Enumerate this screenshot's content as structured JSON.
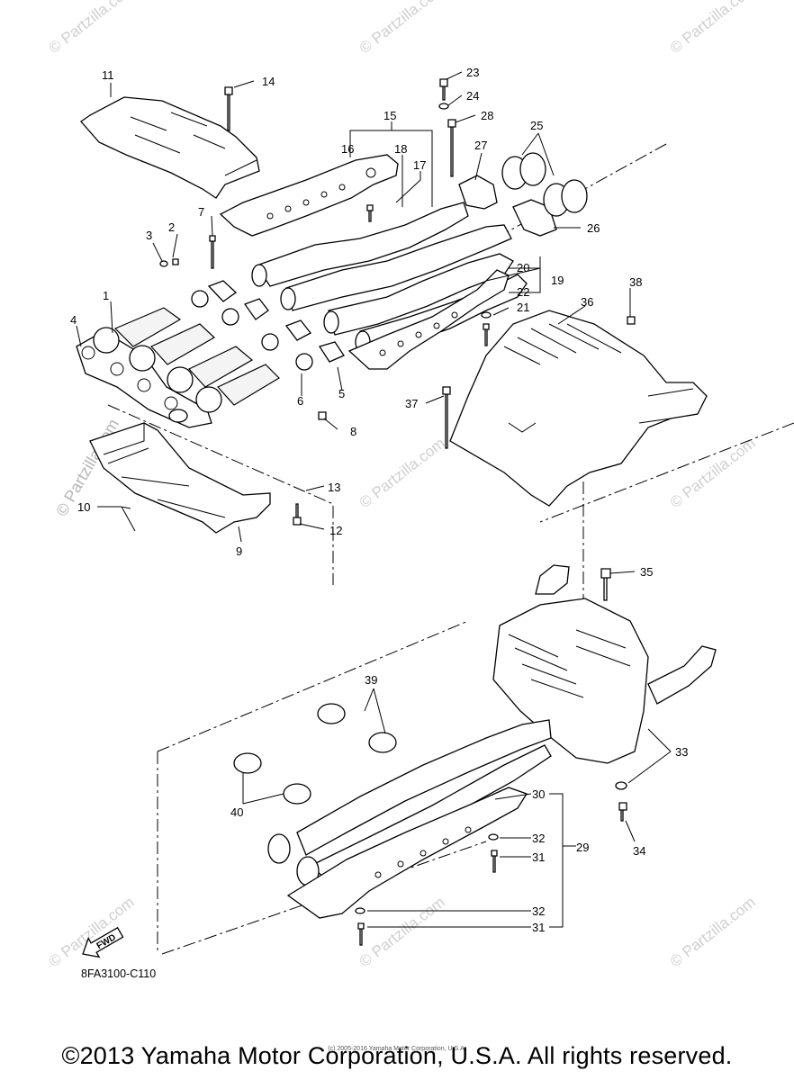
{
  "diagram": {
    "diagram_code": "8FA3100-C110",
    "fwd_label": "FWD",
    "callouts": {
      "c1": "1",
      "c2": "2",
      "c3": "3",
      "c4": "4",
      "c5": "5",
      "c6": "6",
      "c7": "7",
      "c8": "8",
      "c9": "9",
      "c10": "10",
      "c11": "11",
      "c12": "12",
      "c13": "13",
      "c14": "14",
      "c15": "15",
      "c16": "16",
      "c17": "17",
      "c18": "18",
      "c19": "19",
      "c20": "20",
      "c21": "21",
      "c22": "22",
      "c23": "23",
      "c24": "24",
      "c25": "25",
      "c26": "26",
      "c27": "27",
      "c28": "28",
      "c29": "29",
      "c30": "30",
      "c31a": "31",
      "c31b": "31",
      "c32a": "32",
      "c32b": "32",
      "c33": "33",
      "c34": "34",
      "c35": "35",
      "c36": "36",
      "c37": "37",
      "c38": "38",
      "c39": "39",
      "c40": "40"
    }
  },
  "watermark": {
    "text": "© Partzilla.com",
    "side_text": "© Partzilla.com"
  },
  "small_copyright": "(c) 2005-2016 Yamaha Motor Corporation, U.S.A.",
  "footer": "©2013 Yamaha Motor Corporation, U.S.A. All rights reserved."
}
